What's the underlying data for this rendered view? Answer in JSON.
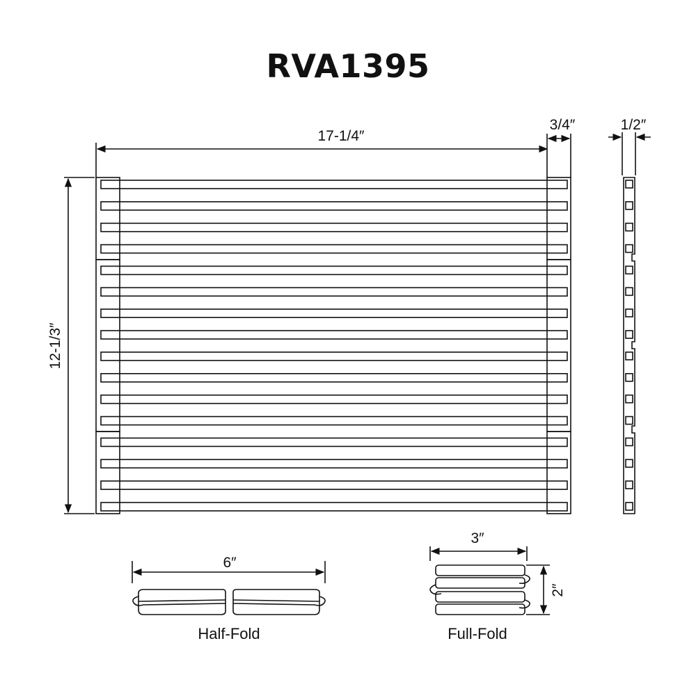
{
  "title": "RVA1395",
  "dimensions": {
    "width": "17-1/4″",
    "end_cap": "3/4″",
    "thickness": "1/2″",
    "height": "12-1/3″",
    "half_fold_width": "6″",
    "full_fold_width": "3″",
    "full_fold_height": "2″"
  },
  "captions": {
    "half_fold": "Half-Fold",
    "full_fold": "Full-Fold"
  },
  "grid": {
    "bar_count": 16,
    "panel_breaks_after": [
      4,
      12
    ]
  }
}
